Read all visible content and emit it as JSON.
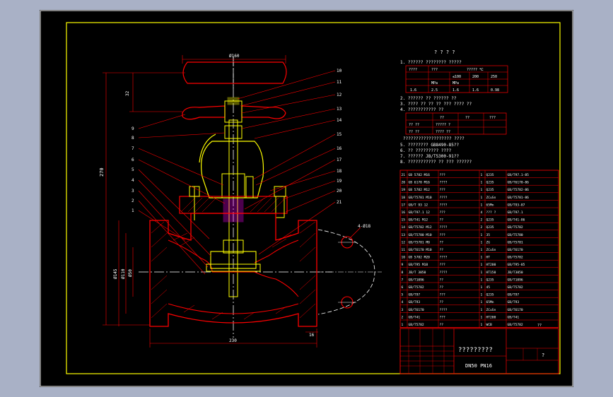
{
  "drawing": {
    "colors": {
      "background": "#a9b1c6",
      "sheet": "#000000",
      "frame_outer": "#ffffff",
      "frame_inner": "#ffff00",
      "outline": "#ff0000",
      "centerline": "#ffffff",
      "dimension": "#ff0000",
      "hatch": "#ff0000",
      "section": "#ffff00",
      "fastener": "#ff00ff",
      "text": "#ffffff",
      "table_line": "#ff0000",
      "table_text": "#ffffff"
    },
    "dimensions": {
      "handwheel_dia": "Ø160",
      "height_small": "32",
      "total_height": "270",
      "face_length": "230",
      "flange_thickness": "16",
      "dia_1": "Ø145",
      "dia_2": "Ø110",
      "dia_3": "Ø50",
      "bolt_holes": "4-Ø18"
    },
    "balloons": [
      "1",
      "2",
      "3",
      "4",
      "5",
      "6",
      "7",
      "8",
      "9",
      "10",
      "11",
      "12",
      "13",
      "14",
      "15",
      "16",
      "17",
      "18",
      "19",
      "20",
      "21"
    ],
    "notes": {
      "title": "? ? ? ?",
      "lines": [
        "1. ?????? ???????? ?????",
        "2. ?????? ?? ?????? ??",
        "3. ???? ?? ?? ?? ??? ???? ??",
        "4. ??????????? ??",
        "5. ????????  GB8490-85??",
        "6. ?? ????????? ????",
        "7. ??????  JB/T5300-91??",
        "8. ??????????? ?? ??? ??????"
      ],
      "lines_mid": "???????????????????  ????",
      "pressure_table": {
        "rows": [
          [
            "????",
            "???",
            "",
            "????? ℃",
            ""
          ],
          [
            "",
            "",
            "≤100",
            "200",
            "250"
          ],
          [
            "",
            "MPa",
            "MPa",
            "",
            ""
          ],
          [
            "1.6",
            "2.5",
            "1.6",
            "1.6",
            "0.98"
          ]
        ]
      },
      "test_table": {
        "header": [
          "",
          "??",
          "??",
          "???"
        ],
        "rows": [
          [
            "?? ??",
            "????? ?",
            ""
          ],
          [
            "?? ??",
            "???? ??",
            ""
          ]
        ]
      }
    },
    "parts": {
      "rows": [
        [
          "21",
          "GB 5782 M16",
          "???",
          "1",
          "Q235",
          "GB/T97.1-85"
        ],
        [
          "20",
          "GB 6170 M16",
          "????",
          "1",
          "Q235",
          "GB/T6170-86"
        ],
        [
          "19",
          "GB 5782 M12",
          "???",
          "1",
          "Q235",
          "GB/T5782-86"
        ],
        [
          "18",
          "GB/T5781 M10",
          "????",
          "1",
          "ZCuSn",
          "GB/T5781-86"
        ],
        [
          "17",
          "GB/T 93 12",
          "????",
          "1",
          "65Mn",
          "GB/T93-87"
        ],
        [
          "16",
          "GB/T97.1 12",
          "???",
          "4",
          "??? ?",
          "GB/T97.1"
        ],
        [
          "15",
          "GB/T41 M12",
          "??",
          "2",
          "Q235",
          "GB/T41-86"
        ],
        [
          "14",
          "GB/T5782 M12",
          "????",
          "2",
          "Q235",
          "GB/T5782"
        ],
        [
          "13",
          "GB/T5780 M10",
          "???",
          "1",
          "35",
          "GB/T5780"
        ],
        [
          "12",
          "GB/T5781 M8",
          "??",
          "1",
          "ZG",
          "GB/T5781"
        ],
        [
          "11",
          "GB/T6170 M10",
          "??",
          "1",
          "ZCuSn",
          "GB/T6170"
        ],
        [
          "10",
          "GB 5782 M20",
          "????",
          "1",
          "HT",
          "GB/T5782"
        ],
        [
          "9",
          "GB/T95 M18",
          "???",
          "1",
          "HT200",
          "GB/T95-85"
        ],
        [
          "8",
          "JB/T 3050",
          "????",
          "1",
          "HT150",
          "JB/T3050"
        ],
        [
          "7",
          "GB/T1096",
          "??",
          "1",
          "Q235",
          "GB/T1096"
        ],
        [
          "6",
          "GB/T5782",
          "??",
          "1",
          "45",
          "GB/T5782"
        ],
        [
          "5",
          "GB/T97",
          "???",
          "1",
          "Q235",
          "GB/T97"
        ],
        [
          "4",
          "GB/T93",
          "??",
          "1",
          "65Mn",
          "GB/T93"
        ],
        [
          "3",
          "GB/T6170",
          "????",
          "1",
          "ZCuSn",
          "GB/T6170"
        ],
        [
          "2",
          "GB/T41",
          "???",
          "1",
          "HT200",
          "GB/T41"
        ],
        [
          "1",
          "GB/T5782",
          "??",
          "1",
          "WCB",
          "GB/T5782"
        ]
      ]
    },
    "title_block": {
      "name": "?????????",
      "subtitle": "DN50 PN16",
      "mark": "?",
      "sheet": "??"
    }
  }
}
